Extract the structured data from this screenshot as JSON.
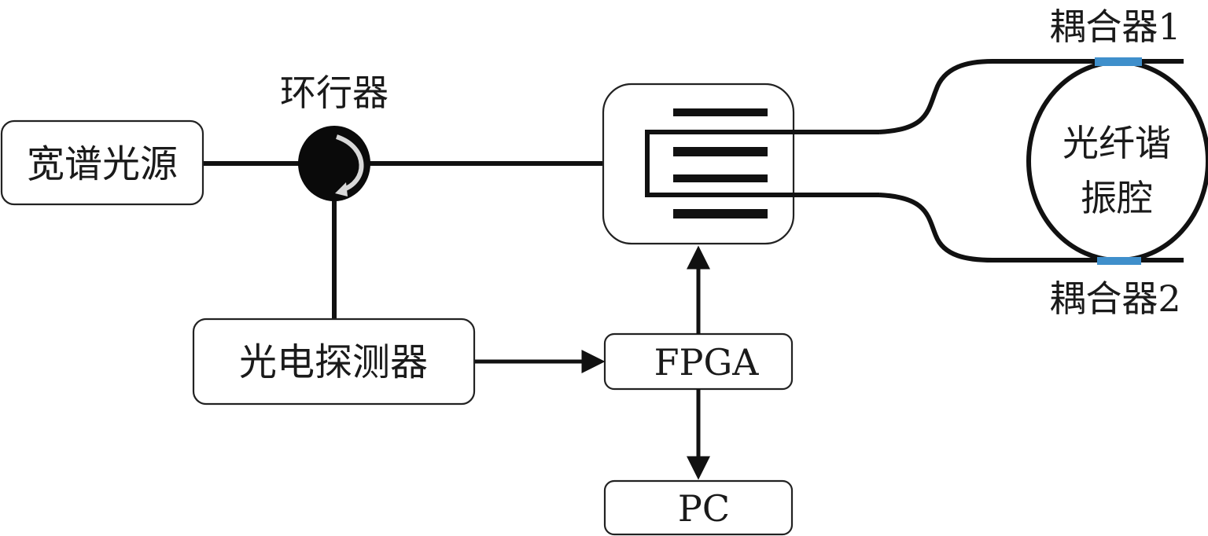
{
  "diagram": {
    "nodes": {
      "broadband_source": "宽谱光源",
      "circulator": "环行器",
      "photodetector": "光电探测器",
      "fpga": "FPGA",
      "pc": "PC",
      "resonator": [
        "光纤谐",
        "振腔"
      ],
      "coupler1": "耦合器1",
      "coupler2": "耦合器2"
    },
    "colors": {
      "coupler": "#3f8fcb",
      "line": "#111111"
    },
    "edges": [
      {
        "from": "broadband_source",
        "to": "circulator",
        "type": "fiber"
      },
      {
        "from": "circulator",
        "to": "waveguide_modulator",
        "type": "fiber"
      },
      {
        "from": "circulator",
        "to": "photodetector",
        "type": "fiber"
      },
      {
        "from": "photodetector",
        "to": "fpga",
        "type": "signal-arrow"
      },
      {
        "from": "fpga",
        "to": "waveguide_modulator",
        "type": "signal-arrow"
      },
      {
        "from": "fpga",
        "to": "pc",
        "type": "signal-arrow"
      },
      {
        "from": "waveguide_modulator",
        "to": "coupler1",
        "type": "fiber"
      },
      {
        "from": "waveguide_modulator",
        "to": "coupler2",
        "type": "fiber"
      }
    ]
  }
}
